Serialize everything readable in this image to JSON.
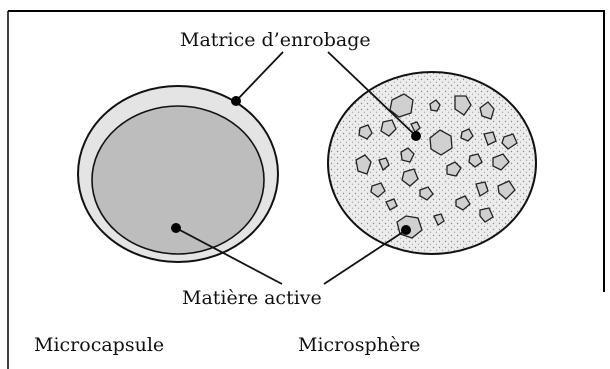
{
  "labels": {
    "coating_matrix": "Matrice d’enrobage",
    "active_substance": "Matière active",
    "microcapsule": "Microcapsule",
    "microsphere": "Microsphère"
  },
  "colors": {
    "frame": "#000000",
    "capsule_shell": "#e6e6e6",
    "capsule_core": "#bcbcbc",
    "sphere_fill": "#ededed",
    "particle": "#d2d2d2",
    "outline": "#111111"
  }
}
